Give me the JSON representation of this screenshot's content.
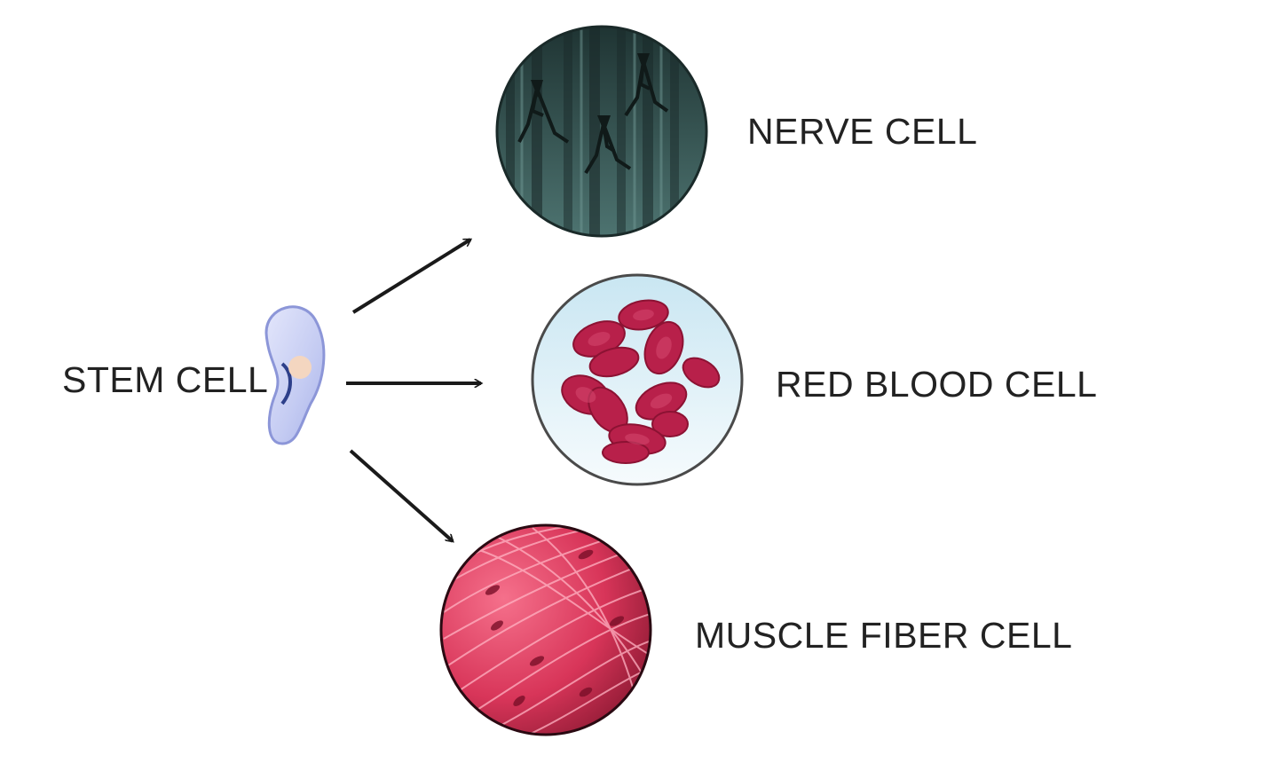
{
  "labels": {
    "stem_cell": "STEM CELL",
    "nerve_cell": "NERVE CELL",
    "red_blood_cell": "RED BLOOD CELL",
    "muscle_fiber_cell": "MUSCLE FIBER CELL"
  },
  "colors": {
    "text": "#222222",
    "arrow": "#1a1a1a",
    "stem_cell_fill": "#c7cdf2",
    "stem_cell_nucleus": "#f4d6c0",
    "nerve_bg": "#2f4a48",
    "red_blood_cell": "#b8204a",
    "rbc_background": "#dff1f8",
    "muscle_bg": "#d93a5c"
  }
}
